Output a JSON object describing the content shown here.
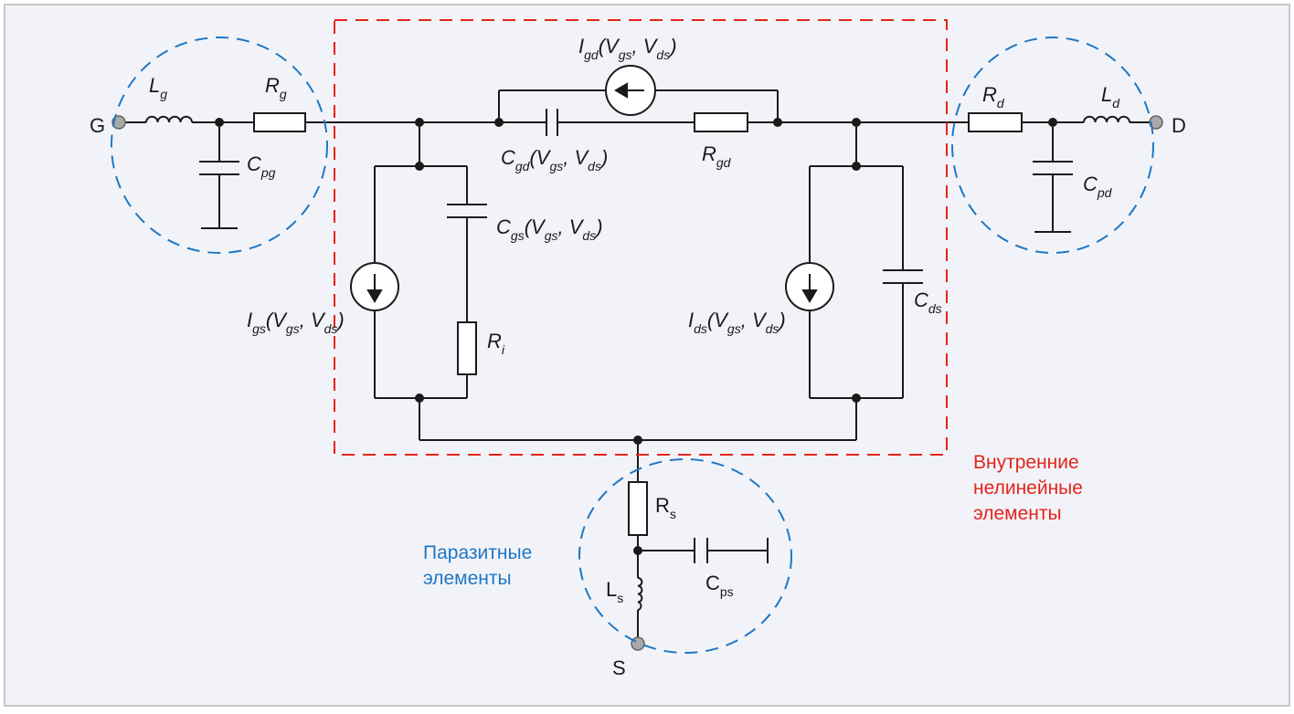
{
  "terminals": {
    "gate": "G",
    "drain": "D",
    "source": "S"
  },
  "components": {
    "Lg": {
      "base": "L",
      "sub": "g"
    },
    "Rg": {
      "base": "R",
      "sub": "g"
    },
    "Cpg": {
      "base": "C",
      "sub": "pg"
    },
    "Igd": {
      "base": "I",
      "sub": "gd",
      "args": "(V",
      "a1": "gs",
      "mid": ", V",
      "a2": "ds",
      "close": ")"
    },
    "Cgd": {
      "base": "C",
      "sub": "gd",
      "args": "(V",
      "a1": "gs",
      "mid": ", V",
      "a2": "ds",
      "close": ")"
    },
    "Rgd": {
      "base": "R",
      "sub": "gd"
    },
    "Cgs": {
      "base": "C",
      "sub": "gs",
      "args": "(V",
      "a1": "gs",
      "mid": ", V",
      "a2": "ds",
      "close": ")"
    },
    "Igs": {
      "base": "I",
      "sub": "gs",
      "args": "(V",
      "a1": "gs",
      "mid": ", V",
      "a2": "ds",
      "close": ")"
    },
    "Ri": {
      "base": "R",
      "sub": "i"
    },
    "Ids": {
      "base": "I",
      "sub": "ds",
      "args": "(V",
      "a1": "gs",
      "mid": ", V",
      "a2": "ds",
      "close": ")"
    },
    "Cds": {
      "base": "C",
      "sub": "ds"
    },
    "Rd": {
      "base": "R",
      "sub": "d"
    },
    "Ld": {
      "base": "L",
      "sub": "d"
    },
    "Cpd": {
      "base": "C",
      "sub": "pd"
    },
    "Rs": {
      "base": "R",
      "sub": "s"
    },
    "Ls": {
      "base": "L",
      "sub": "s"
    },
    "Cps": {
      "base": "C",
      "sub": "ps"
    }
  },
  "legend": {
    "internal": [
      "Внутренние",
      "нелинейные",
      "элементы"
    ],
    "parasitic": [
      "Паразитные",
      "элементы"
    ]
  },
  "colors": {
    "background": "#f2f3f8",
    "frame": "#c8c8c8",
    "wire": "#1a1a1a",
    "terminal_fill": "#a9a9a9",
    "internal_box": "#e3241b",
    "parasitic_circle": "#1f77c5"
  }
}
